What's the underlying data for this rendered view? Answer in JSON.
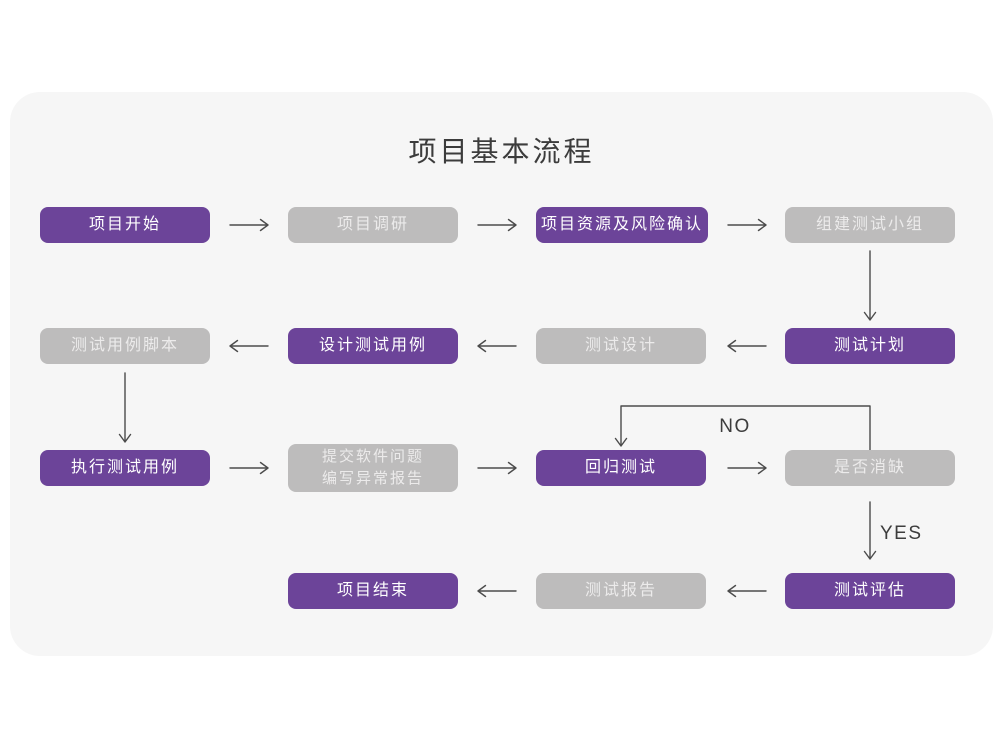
{
  "title": "项目基本流程",
  "colors": {
    "primary": "#6C4499",
    "secondary": "#BDBCBC",
    "card_bg": "#F6F6F6",
    "page_bg": "#FFFFFF",
    "arrow": "#4C4C4C",
    "title_text": "#3C3C3C",
    "node_text_primary": "#FFFFFF",
    "node_text_secondary": "#ECEBEB",
    "flow_label_text": "#3D3D3D"
  },
  "flow": {
    "no_label": "NO",
    "yes_label": "YES",
    "nodes": [
      {
        "label": "项目开始",
        "type": "primary"
      },
      {
        "label": "项目调研",
        "type": "secondary"
      },
      {
        "label": "项目资源及风险确认",
        "type": "primary"
      },
      {
        "label": "组建测试小组",
        "type": "secondary"
      },
      {
        "label": "测试计划",
        "type": "primary"
      },
      {
        "label": "测试设计",
        "type": "secondary"
      },
      {
        "label": "设计测试用例",
        "type": "primary"
      },
      {
        "label": "测试用例脚本",
        "type": "secondary"
      },
      {
        "label": "执行测试用例",
        "type": "primary"
      },
      {
        "label": "提交软件问题\n编写异常报告",
        "type": "secondary"
      },
      {
        "label": "回归测试",
        "type": "primary"
      },
      {
        "label": "是否消缺",
        "type": "secondary"
      },
      {
        "label": "测试评估",
        "type": "primary"
      },
      {
        "label": "测试报告",
        "type": "secondary"
      },
      {
        "label": "项目结束",
        "type": "primary"
      }
    ]
  }
}
